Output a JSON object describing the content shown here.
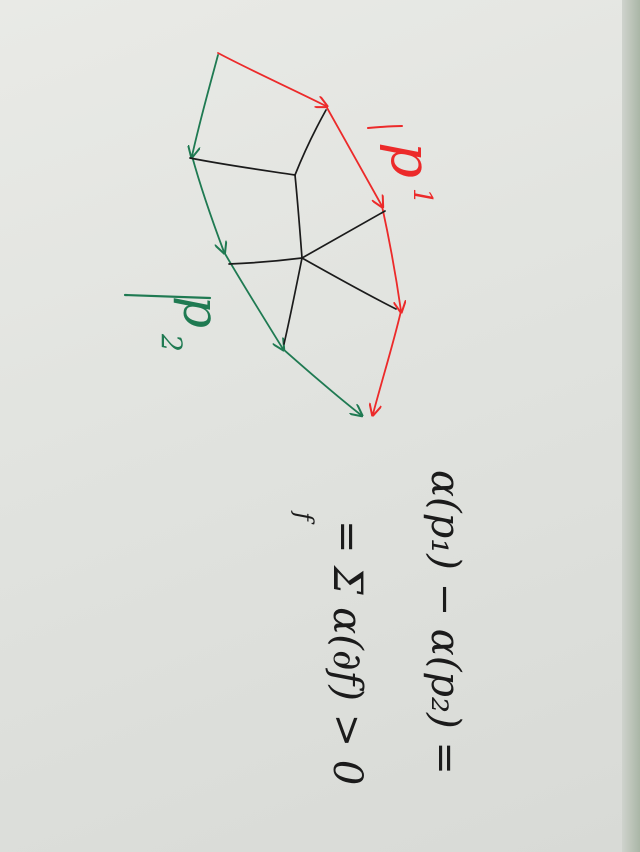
{
  "colors": {
    "paper": "#e6e7e3",
    "black_ink": "#1b1b1b",
    "red_ink": "#ec2a2a",
    "green_ink": "#1f7a52"
  },
  "labels": {
    "p1": "p",
    "p1_sub": "1",
    "p2": "p",
    "p2_sub": "2"
  },
  "equation": {
    "line1": "α(p₁) − α(p₂)  =",
    "line2": "= Σ α(∂f) > 0",
    "line2_sub": "f"
  }
}
